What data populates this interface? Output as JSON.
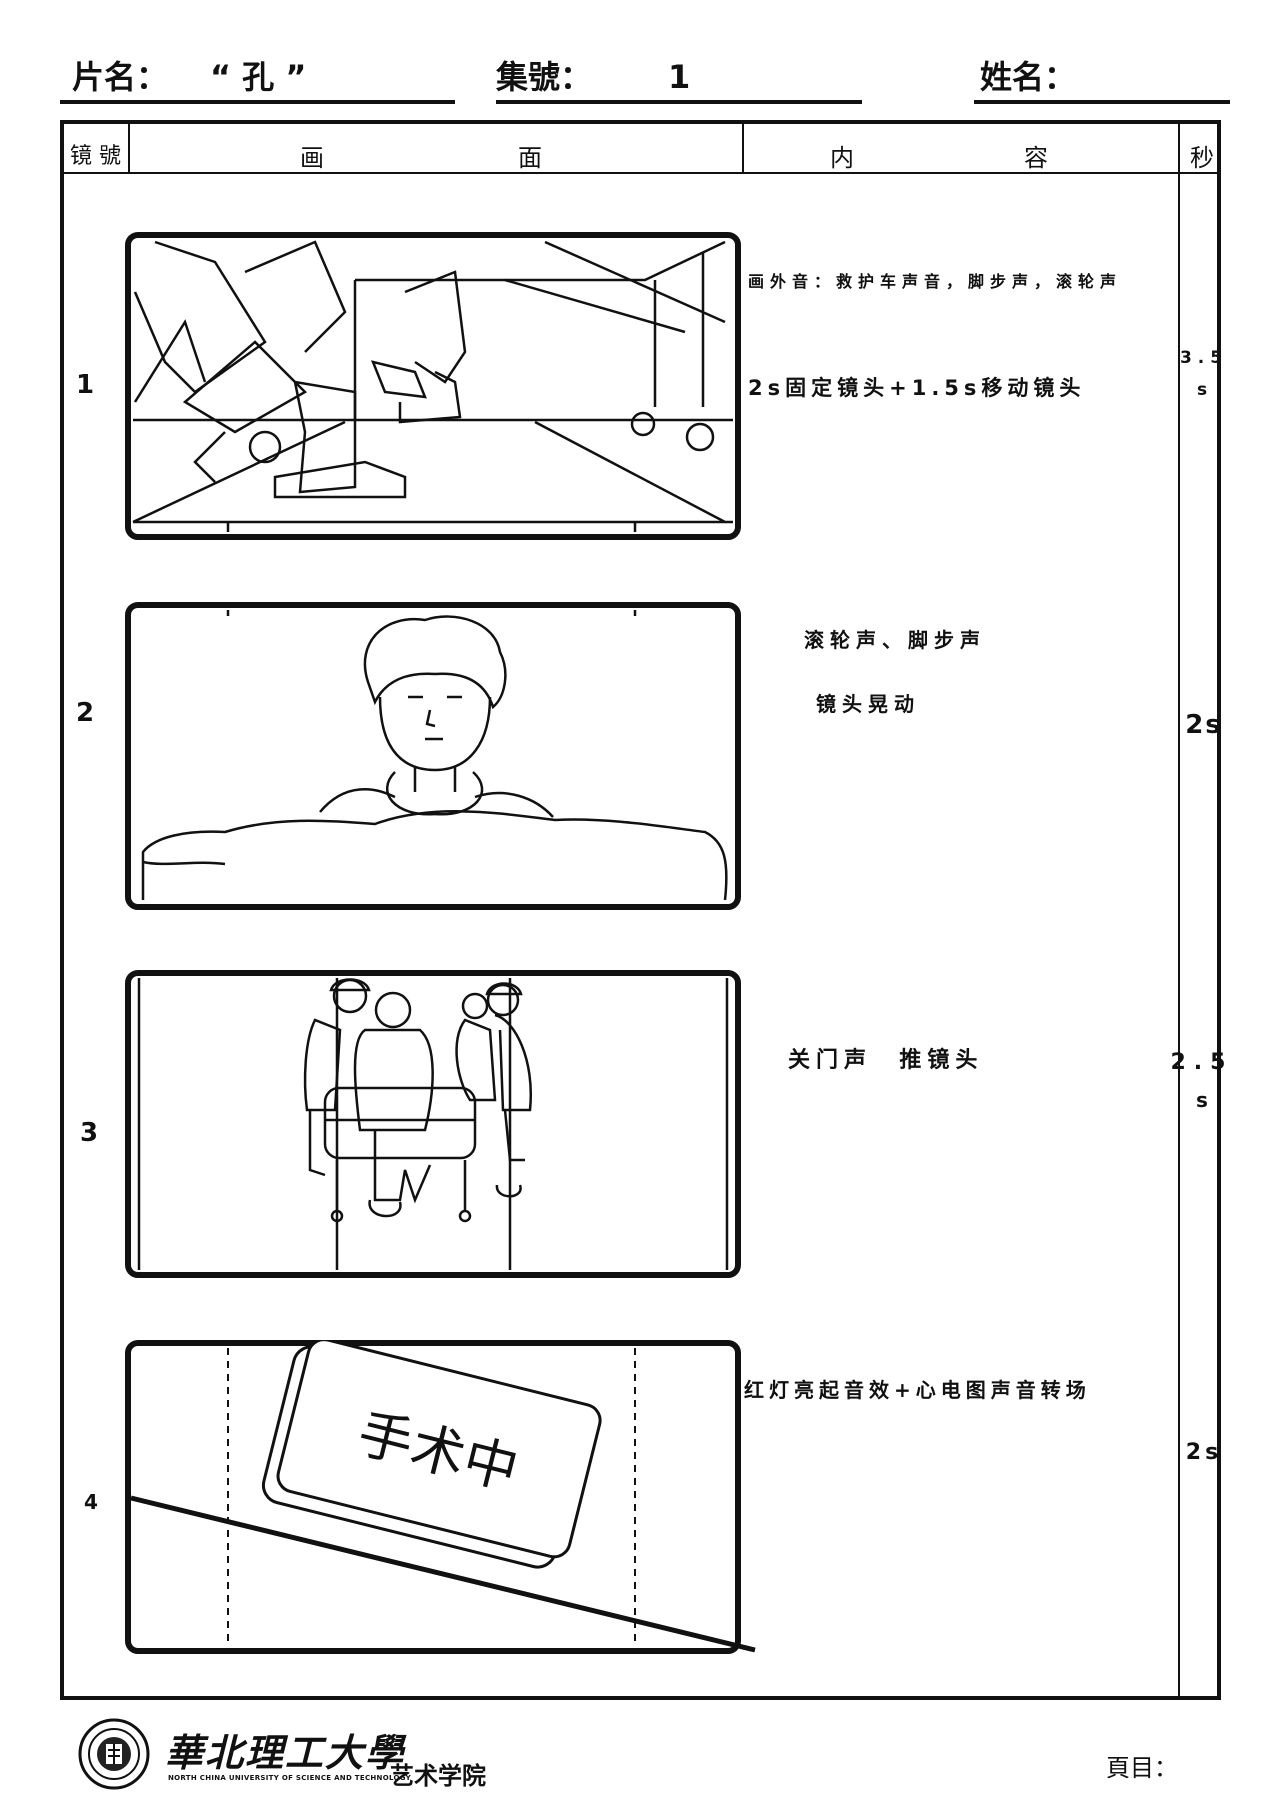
{
  "header": {
    "title_label": "片名：",
    "title_value": "“ 孔 ”",
    "episode_label": "集號：",
    "episode_value": "1",
    "name_label": "姓名：",
    "name_value": ""
  },
  "table": {
    "col_shot": "镜 號",
    "col_picture_a": "画",
    "col_picture_b": "面",
    "col_content_a": "内",
    "col_content_b": "容",
    "col_seconds": "秒"
  },
  "shots": [
    {
      "number": "1",
      "content_lines": [
        "画外音：救护车声音，脚步声，滚轮声",
        "2s固定镜头+1.5s移动镜头"
      ],
      "seconds_line1": "3.5",
      "seconds_line2": "s"
    },
    {
      "number": "2",
      "content_lines": [
        "滚轮声、脚步声",
        "镜头晃动"
      ],
      "seconds_line1": "2s",
      "seconds_line2": ""
    },
    {
      "number": "3",
      "content_lines": [
        "关门声  推镜头"
      ],
      "seconds_line1": "2.5",
      "seconds_line2": "s"
    },
    {
      "number": "4",
      "content_lines": [
        "红灯亮起音效+心电图声音转场"
      ],
      "seconds_line1": "2s",
      "seconds_line2": "",
      "sign_text": "手术中"
    }
  ],
  "footer": {
    "university_cn": "華北理工大學",
    "university_en": "NORTH CHINA UNIVERSITY OF SCIENCE AND TECHNOLOGY",
    "college": "艺术学院",
    "page_label": "頁目："
  }
}
